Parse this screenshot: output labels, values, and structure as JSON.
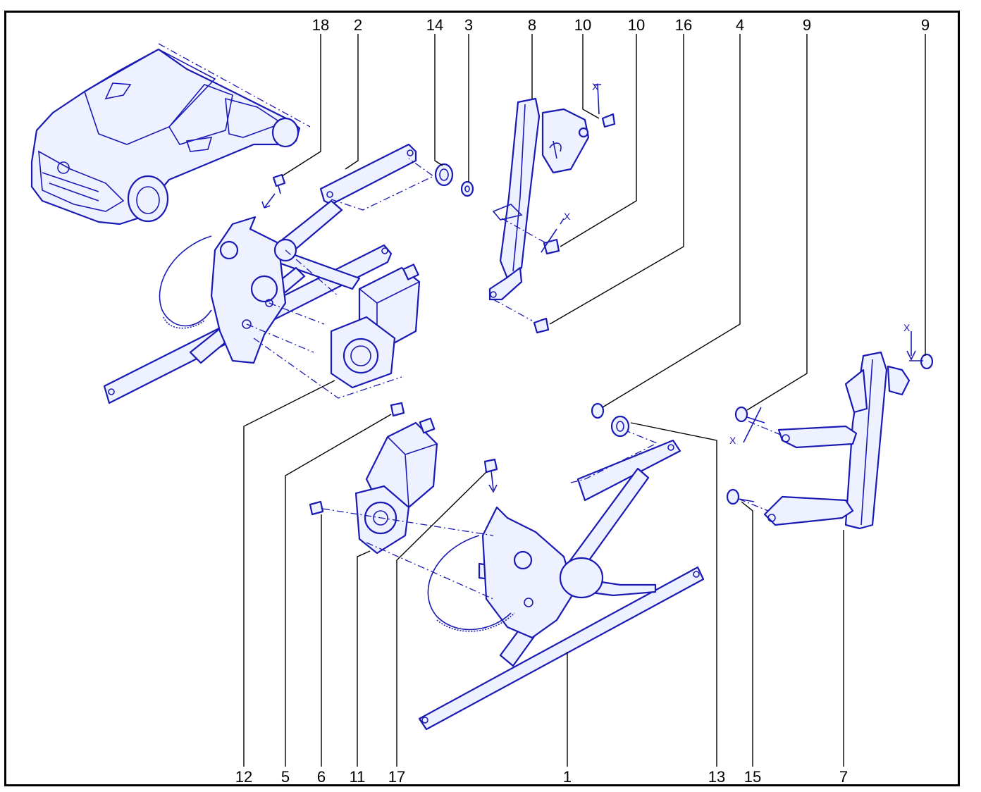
{
  "callouts_top": [
    "18",
    "2",
    "14",
    "3",
    "8",
    "10",
    "10",
    "16",
    "4",
    "9",
    "9"
  ],
  "callouts_bottom": [
    "12",
    "5",
    "6",
    "11",
    "17",
    "1",
    "13",
    "15",
    "7"
  ],
  "dimension_marker": "X",
  "colors": {
    "line": "#1a1ab4",
    "fill": "#eef1ff",
    "frame": "#000000"
  }
}
